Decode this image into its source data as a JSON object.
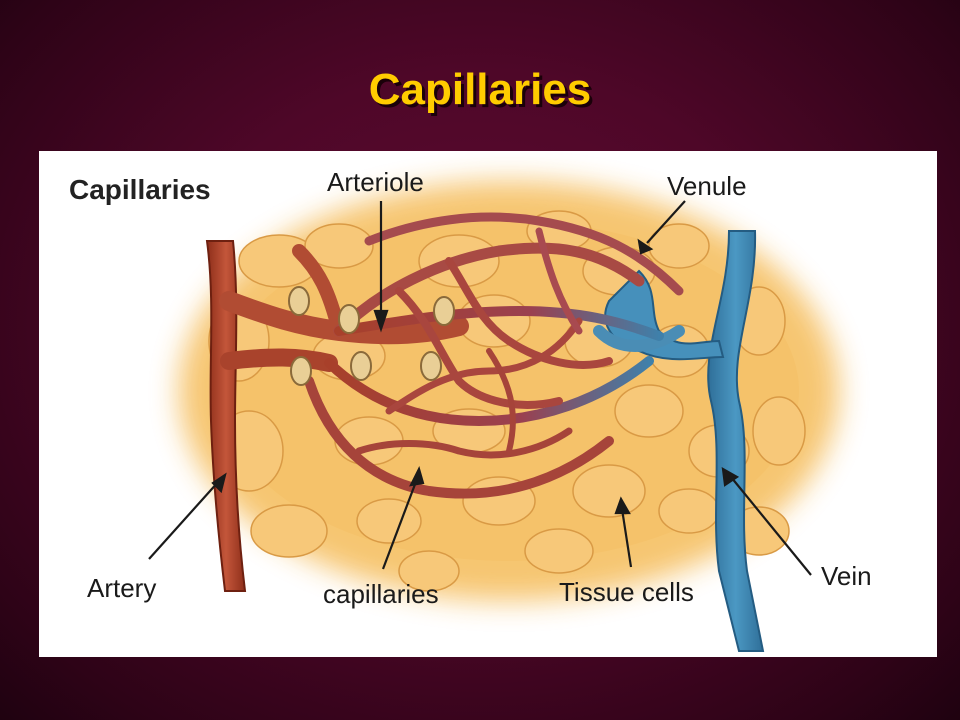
{
  "slide": {
    "title": "Capillaries"
  },
  "figure": {
    "heading": "Capillaries",
    "labels": {
      "arteriole": "Arteriole",
      "venule": "Venule",
      "artery": "Artery",
      "capillaries": "capillaries",
      "tissue_cells": "Tissue cells",
      "vein": "Vein"
    },
    "colors": {
      "artery": "#b5452a",
      "vein": "#3d86b0",
      "tissue": "#f4c46a",
      "background": "#4e0728",
      "title": "#ffcc00"
    }
  }
}
